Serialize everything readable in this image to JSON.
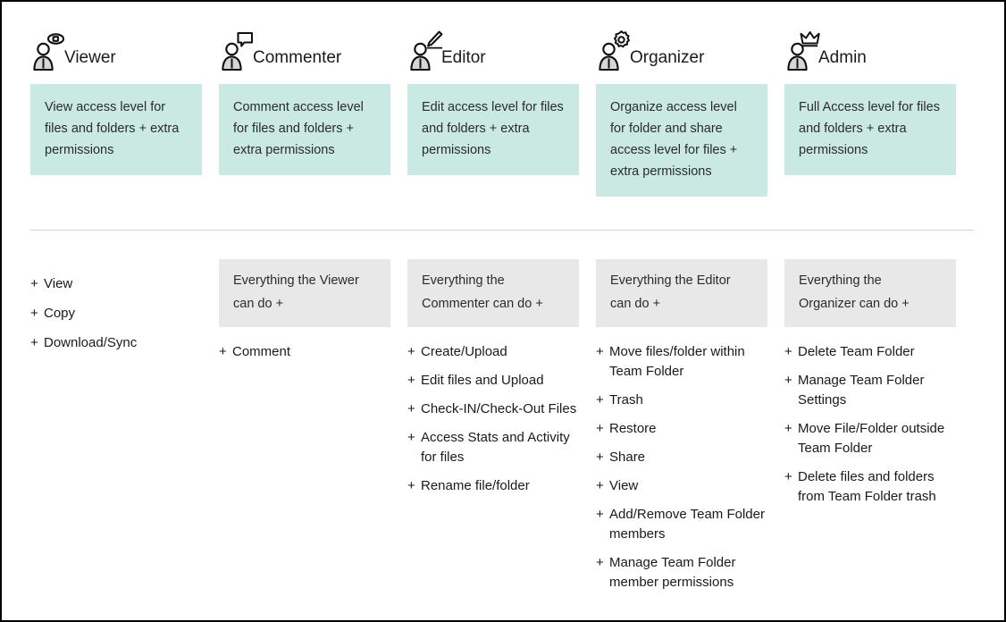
{
  "theme": {
    "description_card_bg": "#c9e9e2",
    "inherit_card_bg": "#e8e8e8",
    "text_color": "#1a1a1a",
    "divider_color": "#d2d2d2",
    "page_border_color": "#000000",
    "page_bg": "#ffffff"
  },
  "columns": [
    {
      "id": "viewer",
      "icon": "user-eye-icon",
      "name": "Viewer",
      "description": "View access level for files and folders + extra permissions",
      "inherits": null,
      "permissions": [
        "View",
        "Copy",
        "Download/Sync"
      ]
    },
    {
      "id": "commenter",
      "icon": "user-comment-icon",
      "name": "Commenter",
      "description": "Comment access level for files and folders + extra permissions",
      "inherits": "Everything the Viewer can do +",
      "permissions": [
        "Comment"
      ]
    },
    {
      "id": "editor",
      "icon": "user-pencil-icon",
      "name": "Editor",
      "description": "Edit access level for files and folders + extra permissions",
      "inherits": "Everything the Commenter can do +",
      "permissions": [
        "Create/Upload",
        "Edit files and Upload",
        "Check-IN/Check-Out Files",
        "Access Stats and Activity for files",
        "Rename file/folder"
      ]
    },
    {
      "id": "organizer",
      "icon": "user-gear-icon",
      "name": "Organizer",
      "description": "Organize access level for folder and share access level for files + extra permissions",
      "inherits": "Everything the Editor can do +",
      "permissions": [
        "Move files/folder within Team Folder",
        "Trash",
        "Restore",
        "Share",
        "View",
        "Add/Remove Team Folder members",
        "Manage Team Folder member permissions"
      ]
    },
    {
      "id": "admin",
      "icon": "user-crown-icon",
      "name": "Admin",
      "description": "Full Access level for files and folders + extra permissions",
      "inherits": "Everything the Organizer can do +",
      "permissions": [
        "Delete Team Folder",
        "Manage Team Folder Settings",
        "Move File/Folder outside Team Folder",
        "Delete files and folders from Team Folder trash"
      ]
    }
  ],
  "plus_symbol": "+"
}
